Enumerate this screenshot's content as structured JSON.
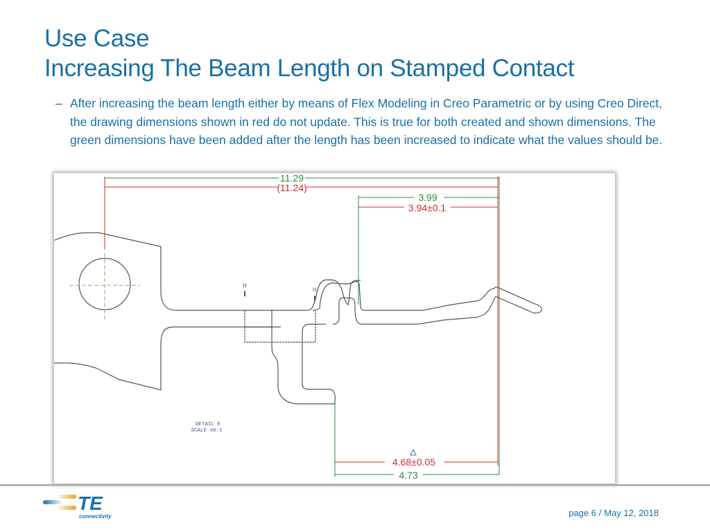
{
  "slide": {
    "title_line1": "Use Case",
    "title_line2": "Increasing The Beam Length on Stamped Contact",
    "bullet_marker": "–",
    "bullet_text": "After increasing the beam length either by means of Flex Modeling in Creo Parametric or by using Creo Direct, the drawing dimensions shown in red do not update.  This is true for both created and shown dimensions.  The green dimensions have been added after the length has been increased to indicate what the values should be."
  },
  "drawing": {
    "dimensions": {
      "overall_green": "11.29",
      "overall_red": "(11.24)",
      "upper_green": "3.99",
      "upper_red": "3.94±0.1",
      "lower_red": "4.68±0.05",
      "lower_green": "4.73"
    },
    "colors": {
      "red": "#d42a2a",
      "green": "#2a8a3e",
      "line": "#555555"
    },
    "detail_label": "DETAIL  E",
    "scale_label": "SCALE  40:1",
    "datum_marker": "H"
  },
  "footer": {
    "page": "page 6 /",
    "date": "May 12, 2018"
  },
  "logo": {
    "wordmark": "TE",
    "tagline": "connectivity",
    "colors": {
      "blue": "#1a6fa6",
      "orange": "#f29a2e"
    }
  }
}
